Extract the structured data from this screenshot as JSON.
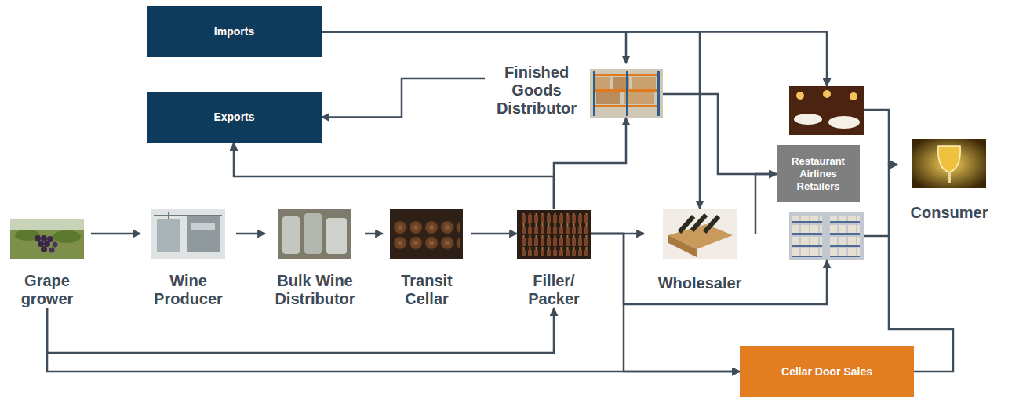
{
  "diagram": {
    "nodes": [
      {
        "text": [
          "Imports"
        ]
      },
      {
        "text": [
          "Exports"
        ]
      },
      {
        "text": [
          "Finished Goods Distributor"
        ]
      },
      {
        "text": [
          "Grape grower"
        ]
      },
      {
        "text": [
          "Wine Producer"
        ]
      },
      {
        "text": [
          "Bulk Wine Distributor"
        ]
      },
      {
        "text": [
          "Transit Cellar"
        ]
      },
      {
        "text": [
          "Filler/ Packer"
        ]
      },
      {
        "text": [
          "Wholesaler"
        ]
      },
      {
        "text": [
          "Restaurant Airlines Retailers"
        ]
      },
      {
        "text": [
          "Consumer"
        ]
      },
      {
        "text": [
          "Cellar Door Sales"
        ]
      }
    ],
    "edges": [
      {
        "from": 0,
        "to": 2,
        "arrow": "to"
      },
      {
        "from": 0,
        "to": 8,
        "arrow": "to"
      },
      {
        "from": 0,
        "to": 9,
        "arrow": "to"
      },
      {
        "from": 2,
        "to": 1,
        "arrow": "to"
      },
      {
        "from": 2,
        "to": 9,
        "arrow": "to"
      },
      {
        "from": 3,
        "to": 4,
        "arrow": "to"
      },
      {
        "from": 4,
        "to": 5,
        "arrow": "to"
      },
      {
        "from": 5,
        "to": 6,
        "arrow": "to"
      },
      {
        "from": 6,
        "to": 7,
        "arrow": "to"
      },
      {
        "from": 7,
        "to": 2,
        "arrow": "to"
      },
      {
        "from": 7,
        "to": 1,
        "arrow": "to"
      },
      {
        "from": 7,
        "to": 8,
        "arrow": "to"
      },
      {
        "from": 7,
        "to": 9,
        "arrow": "to"
      },
      {
        "from": 7,
        "to": 11,
        "arrow": "to"
      },
      {
        "from": 3,
        "to": 7,
        "arrow": "to"
      },
      {
        "from": 3,
        "to": 11,
        "arrow": "to"
      },
      {
        "from": 8,
        "to": 9,
        "arrow": "to"
      },
      {
        "from": 9,
        "to": 10,
        "arrow": "to"
      },
      {
        "from": 11,
        "to": 10,
        "arrow": "to"
      }
    ]
  }
}
